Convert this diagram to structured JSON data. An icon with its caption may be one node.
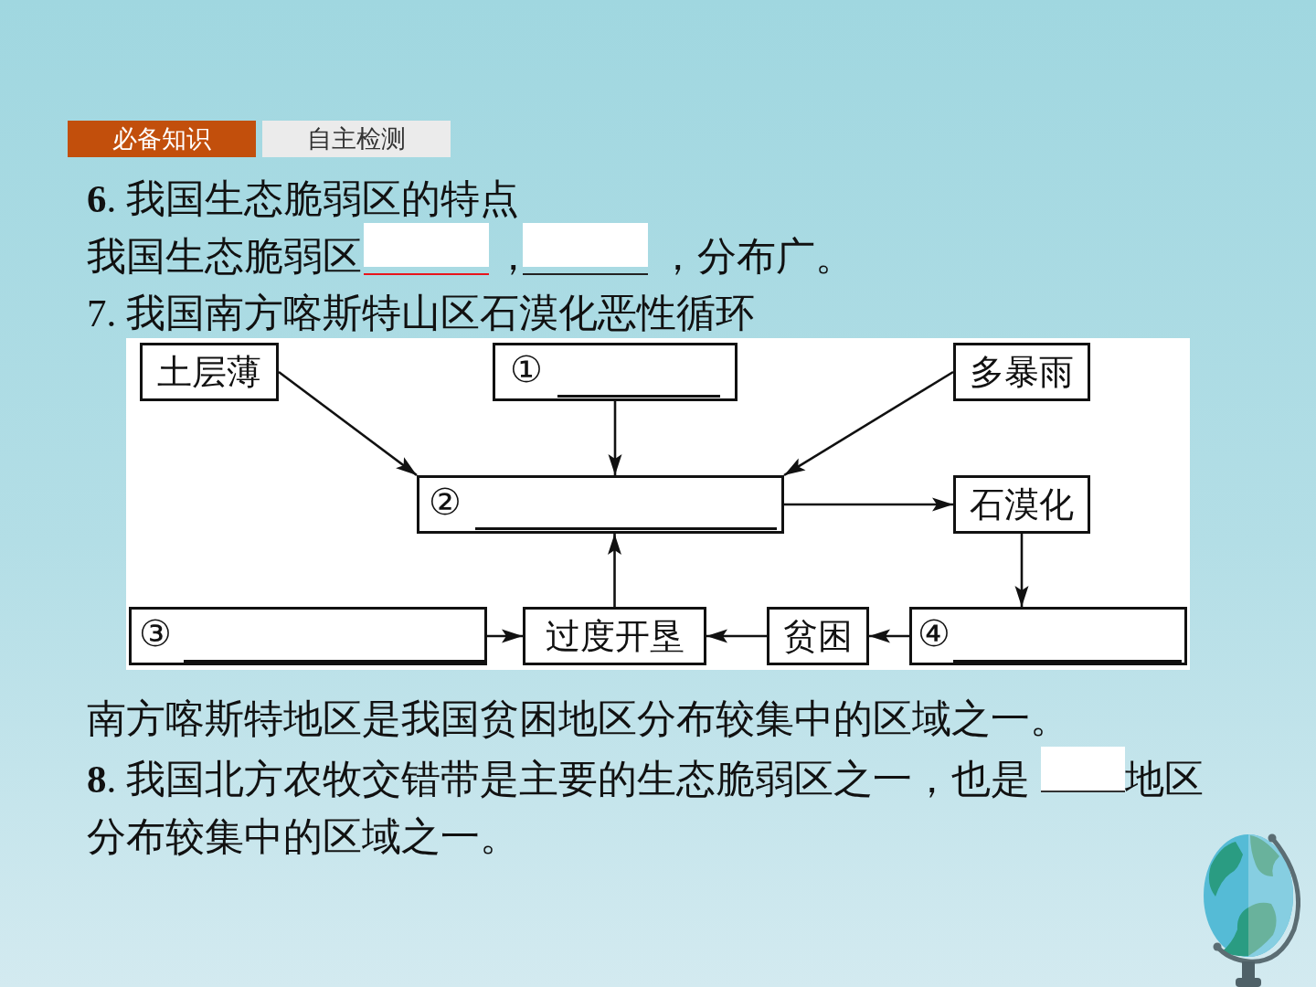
{
  "diagram": {
    "nodes": [
      {
        "text": [
          "土层薄"
        ]
      },
      {
        "text": [
          "①"
        ]
      },
      {
        "text": [
          "多暴雨"
        ]
      },
      {
        "text": [
          "②"
        ]
      },
      {
        "text": [
          "石漠化"
        ]
      },
      {
        "text": [
          "③"
        ]
      },
      {
        "text": [
          "过度开垦"
        ]
      },
      {
        "text": [
          "贫困"
        ]
      },
      {
        "text": [
          "④"
        ]
      }
    ],
    "edges": [
      {
        "from": 0,
        "to": 3,
        "arrow": "to"
      },
      {
        "from": 1,
        "to": 3,
        "arrow": "to"
      },
      {
        "from": 2,
        "to": 3,
        "arrow": "to"
      },
      {
        "from": 3,
        "to": 4,
        "arrow": "to"
      },
      {
        "from": 4,
        "to": 8,
        "arrow": "to"
      },
      {
        "from": 8,
        "to": 7,
        "arrow": "to"
      },
      {
        "from": 7,
        "to": 6,
        "arrow": "to"
      },
      {
        "from": 5,
        "to": 6,
        "arrow": "to"
      },
      {
        "from": 6,
        "to": 3,
        "arrow": "to"
      }
    ],
    "labels": [
      "必备知识",
      "自主检测",
      "**6**. 我国生态脆弱区的特点",
      "我国生态脆弱区",
      "，",
      "，分布广。",
      "7. 我国南方喀斯特山区石漠化恶性循环",
      "南方喀斯特地区是我国贫困地区分布较集中的区域之一。",
      "**8**. 我国北方农牧交错带是主要的生态脆弱区之一，也是",
      "地区",
      "分布较集中的区域之一。"
    ]
  }
}
